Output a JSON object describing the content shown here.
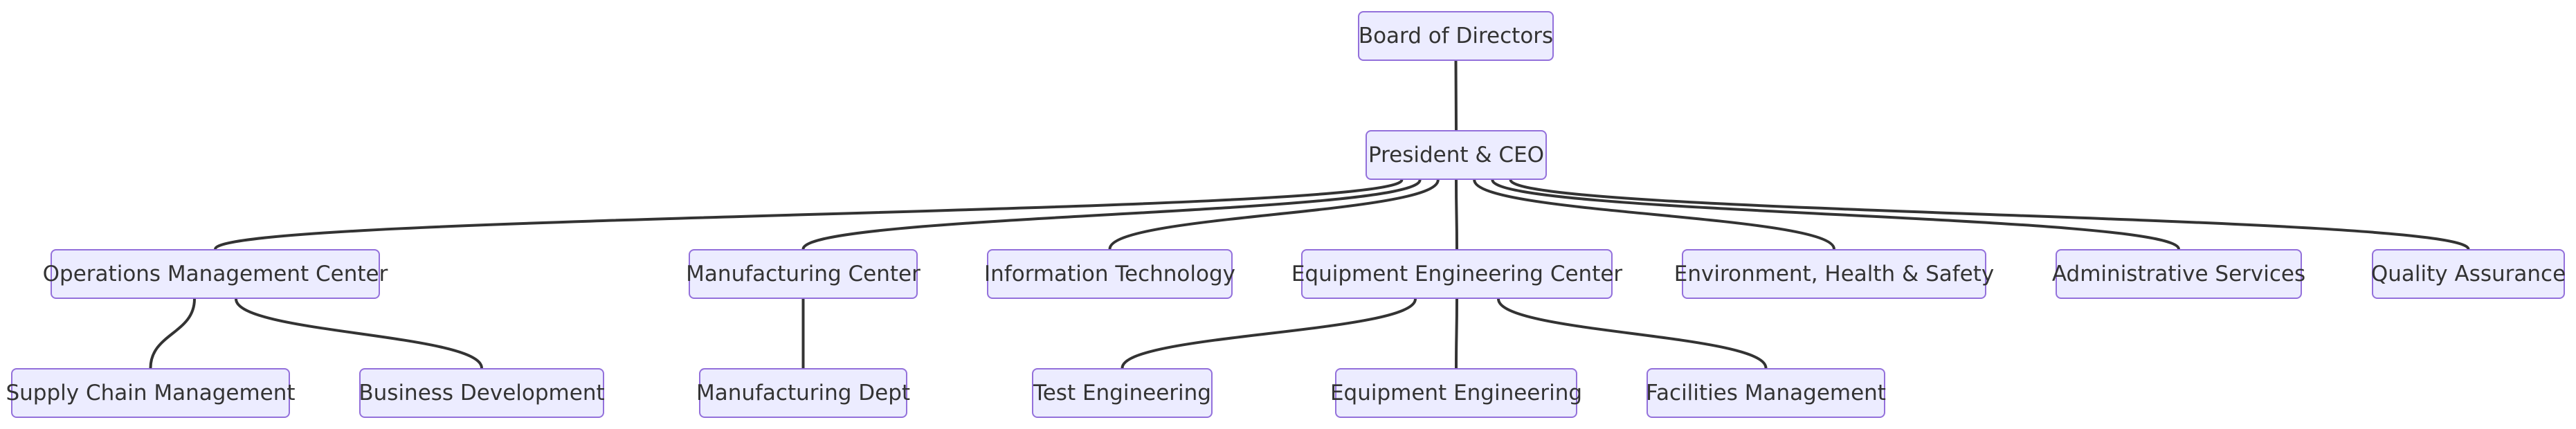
{
  "diagram": {
    "nodes": [
      {
        "id": "board",
        "label": "Board of Directors"
      },
      {
        "id": "ceo",
        "label": "President & CEO"
      },
      {
        "id": "ops",
        "label": "Operations Management Center"
      },
      {
        "id": "mfg",
        "label": "Manufacturing Center"
      },
      {
        "id": "it",
        "label": "Information Technology"
      },
      {
        "id": "eec",
        "label": "Equipment Engineering Center"
      },
      {
        "id": "ehs",
        "label": "Environment, Health & Safety"
      },
      {
        "id": "admin",
        "label": "Administrative Services"
      },
      {
        "id": "qa",
        "label": "Quality Assurance"
      },
      {
        "id": "scm",
        "label": "Supply Chain Management"
      },
      {
        "id": "bd",
        "label": "Business Development"
      },
      {
        "id": "mfgdept",
        "label": "Manufacturing Dept"
      },
      {
        "id": "test",
        "label": "Test Engineering"
      },
      {
        "id": "equip",
        "label": "Equipment Engineering"
      },
      {
        "id": "fac",
        "label": "Facilities Management"
      }
    ],
    "edges": [
      [
        "board",
        "ceo"
      ],
      [
        "ceo",
        "ops"
      ],
      [
        "ceo",
        "mfg"
      ],
      [
        "ceo",
        "it"
      ],
      [
        "ceo",
        "eec"
      ],
      [
        "ceo",
        "ehs"
      ],
      [
        "ceo",
        "admin"
      ],
      [
        "ceo",
        "qa"
      ],
      [
        "ops",
        "scm"
      ],
      [
        "ops",
        "bd"
      ],
      [
        "mfg",
        "mfgdept"
      ],
      [
        "eec",
        "test"
      ],
      [
        "eec",
        "equip"
      ],
      [
        "eec",
        "fac"
      ]
    ]
  }
}
